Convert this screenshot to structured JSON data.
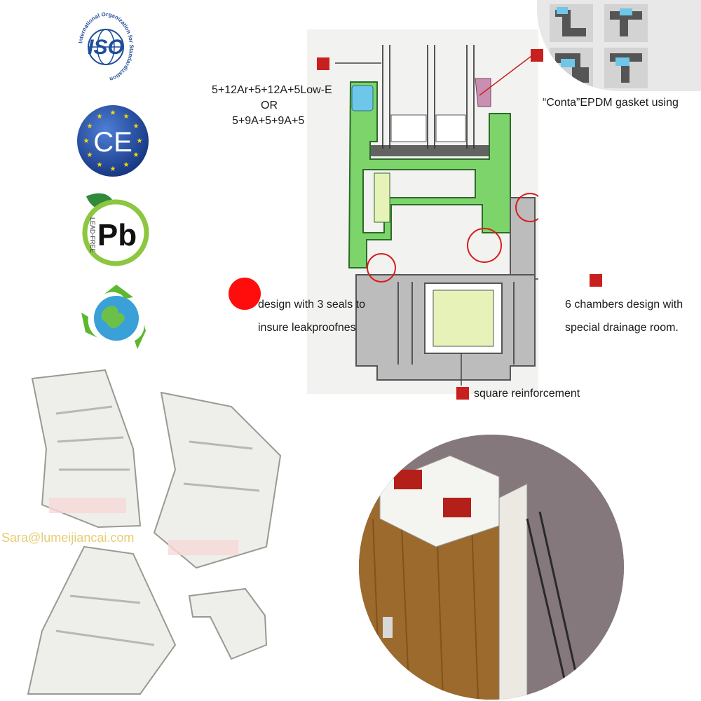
{
  "logos": {
    "iso": {
      "text": "ISO",
      "ring_text": "International Organization for Standardization"
    },
    "ce": {
      "text": "CE"
    },
    "pb": {
      "text": "Pb",
      "side_text": "LEAD-FREE"
    },
    "recycle": {
      "icon": "recycle-globe-icon"
    }
  },
  "annotations": {
    "glass_spec": {
      "line1": "5+12Ar+5+12A+5Low-E",
      "line2": "OR",
      "line3": "5+9A+5+9A+5"
    },
    "gasket": "“Conta”EPDM gasket using",
    "seals_line1": "design with 3 seals to",
    "seals_line2": "insure leakproofnes",
    "chambers_line1": "6 chambers design with",
    "chambers_line2": "special drainage room.",
    "reinforcement": "square reinforcement"
  },
  "watermark": "Sara@lumeijiancai.com",
  "colors": {
    "marker_red": "#c8201e",
    "iso_blue": "#1f4e99",
    "ce_blue": "#1b3f9a",
    "eu_star": "#f5d90a",
    "pb_green": "#8dc63f",
    "profile_green": "#7cd46a",
    "profile_gray": "#bcbcbc",
    "gasket_blue": "#6ec6e8",
    "wood": "#9b6a2c",
    "watermark": "#e3c45a"
  }
}
